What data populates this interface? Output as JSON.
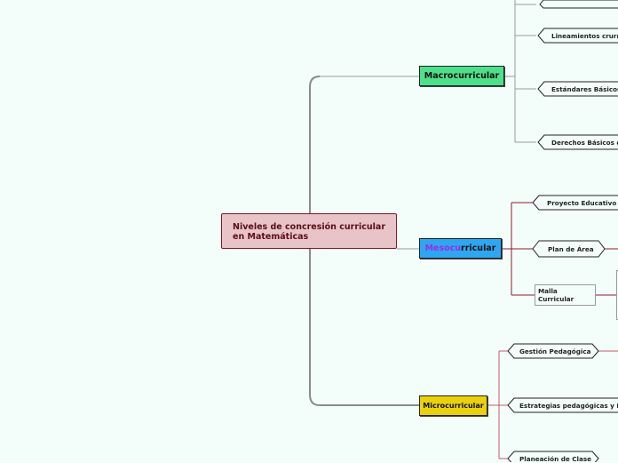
{
  "root": {
    "title": "Niveles de concresión curricular en Matemáticas"
  },
  "levels": {
    "macro": "Macrocurricular",
    "meso_part1": "Mesocu",
    "meso_part2": "rricular",
    "micro": "Microcurricular"
  },
  "macro_children": [
    "Lineamientos crurr",
    "Estándares Básicos",
    "Derechos Básicos d"
  ],
  "meso_children": [
    "Proyecto Educativo I",
    "Plan de Área"
  ],
  "meso_boxed": "Malla Curricular",
  "micro_children": [
    "Gestión Pedagógica",
    "Estrategias pedagógicas y D",
    "Planeación de Clase"
  ],
  "colors": {
    "macro": "#4de08a",
    "meso": "#2fa6f2",
    "micro": "#e9d10e",
    "root": "#e8c4c8"
  }
}
